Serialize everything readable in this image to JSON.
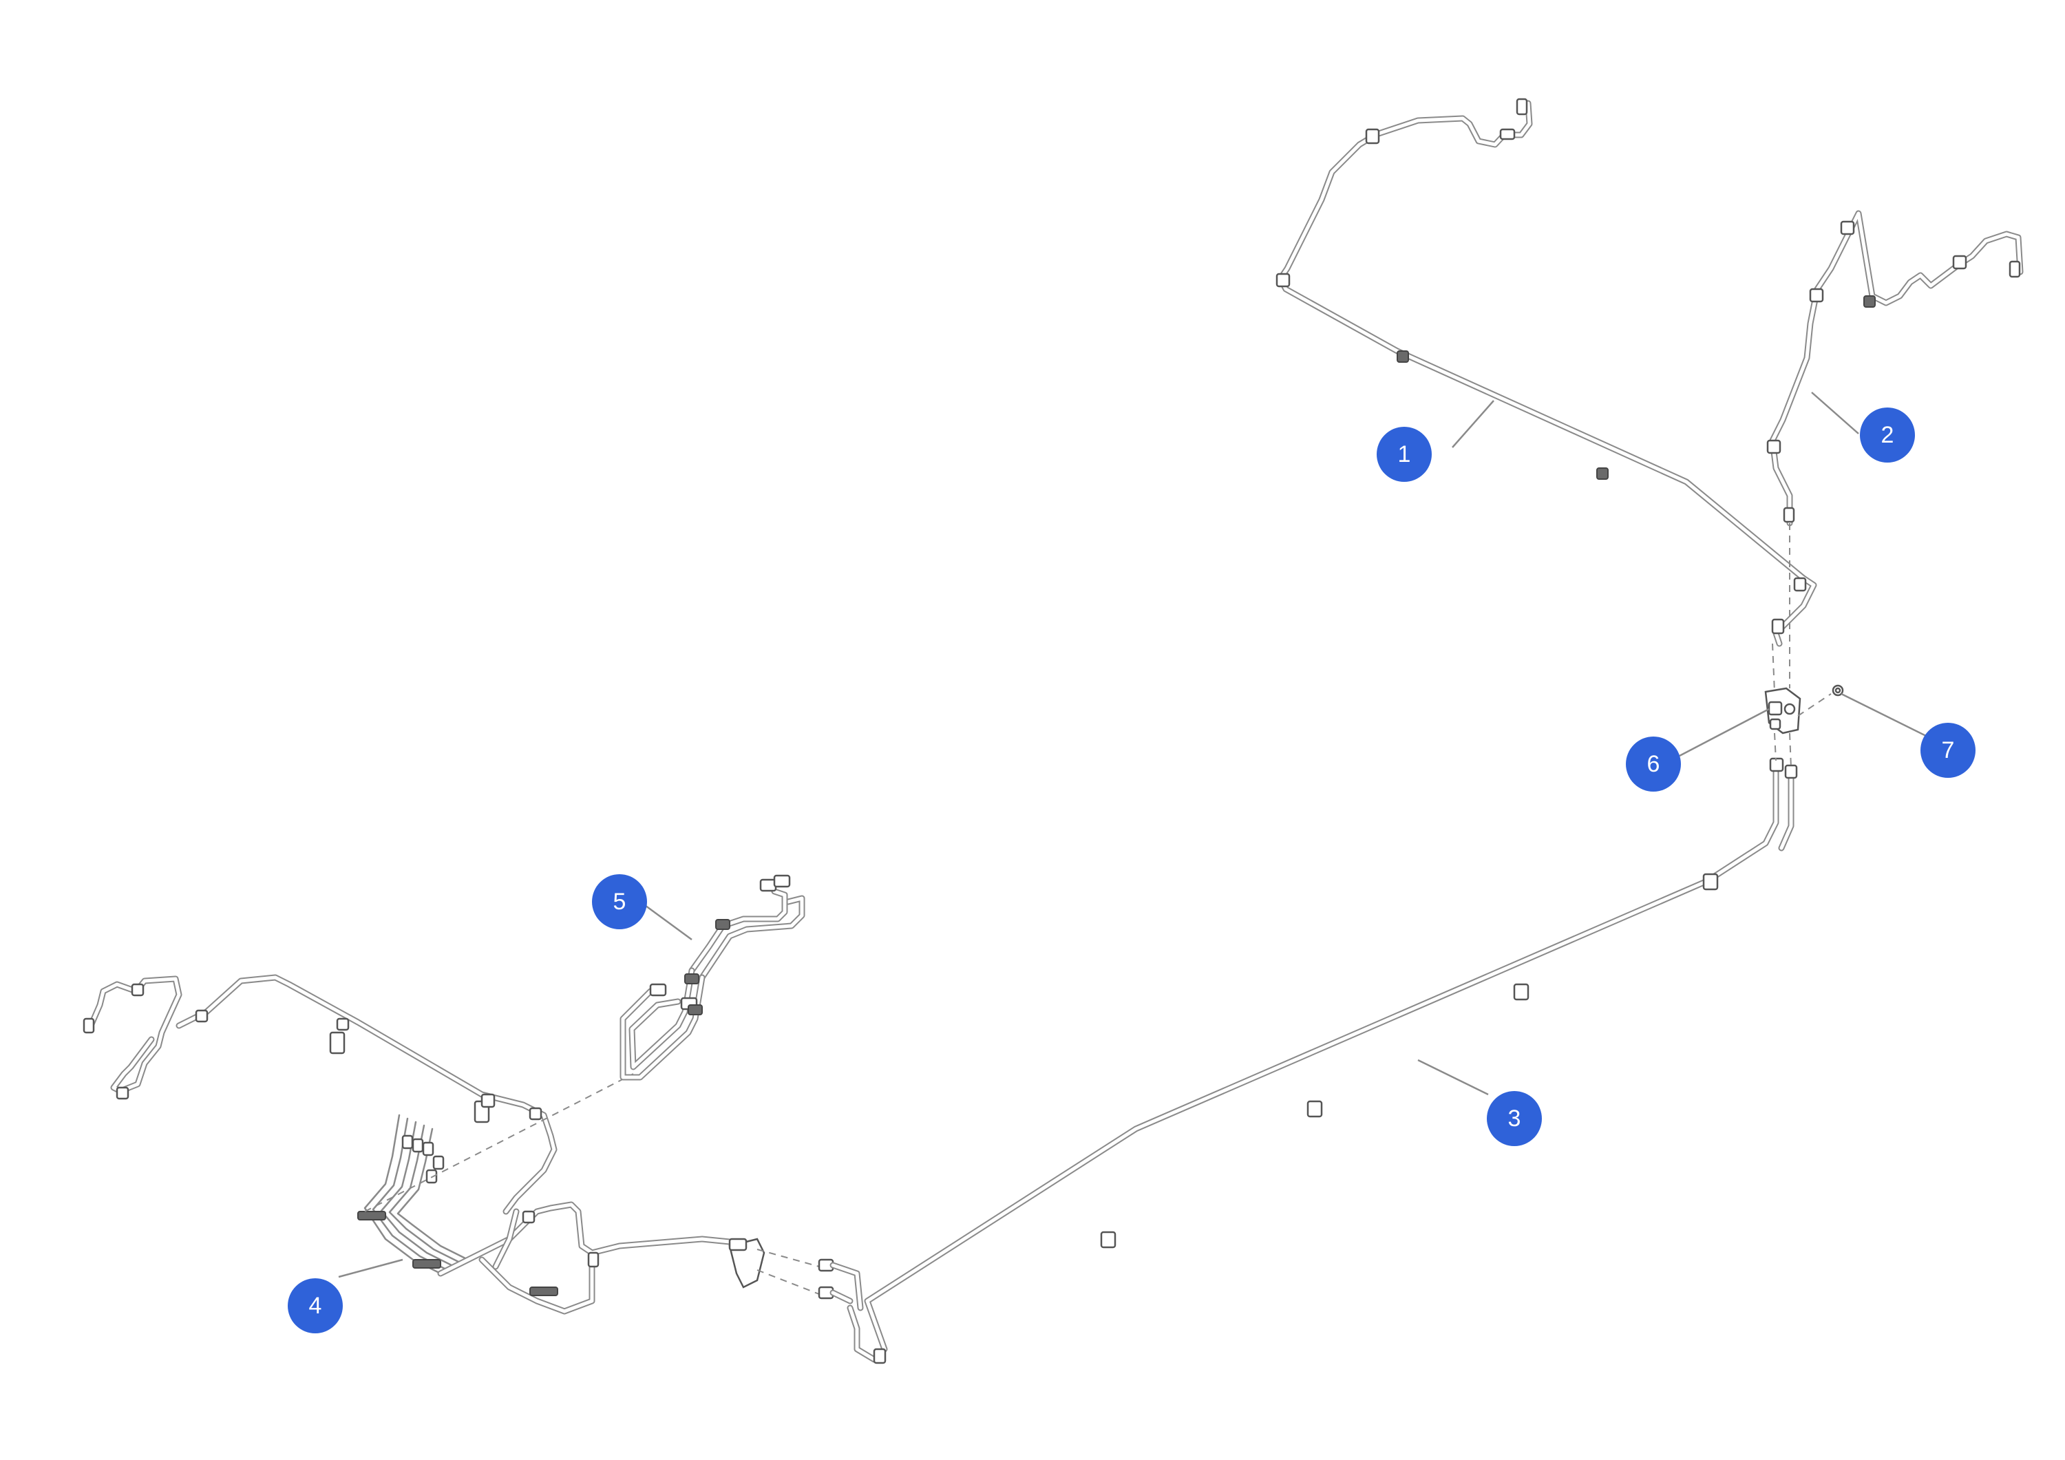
{
  "colors": {
    "callout_fill": "#2f62d9",
    "callout_text": "#ffffff",
    "line_stroke": "#8a8a8a",
    "background": "#ffffff"
  },
  "callouts": [
    {
      "id": "1",
      "label": "1"
    },
    {
      "id": "2",
      "label": "2"
    },
    {
      "id": "3",
      "label": "3"
    },
    {
      "id": "4",
      "label": "4"
    },
    {
      "id": "5",
      "label": "5"
    },
    {
      "id": "6",
      "label": "6"
    },
    {
      "id": "7",
      "label": "7"
    }
  ]
}
